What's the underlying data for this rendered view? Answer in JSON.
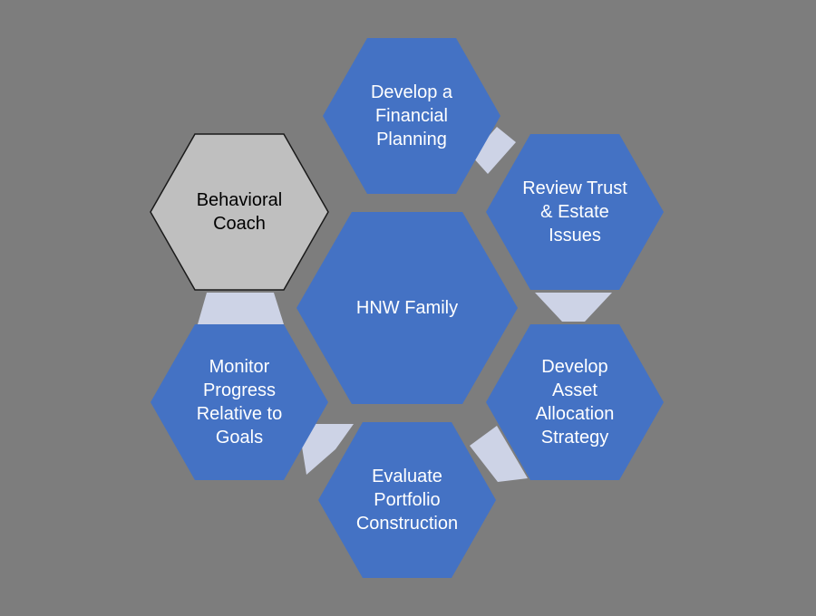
{
  "diagram": {
    "background_color": "#7d7d7d",
    "connector_color": "#cdd3e6",
    "center": {
      "label": "HNW Family",
      "fill": "#4472c4",
      "text_color": "#ffffff"
    },
    "nodes": [
      {
        "id": "develop-financial-planning",
        "label": "Develop a Financial Planning",
        "lines": [
          "Develop a",
          "Financial",
          "Planning"
        ],
        "fill": "#4472c4",
        "text_color": "#ffffff"
      },
      {
        "id": "review-trust-estate",
        "label": "Review Trust & Estate Issues",
        "lines": [
          "Review Trust",
          "& Estate",
          "Issues"
        ],
        "fill": "#4472c4",
        "text_color": "#ffffff"
      },
      {
        "id": "develop-asset-allocation",
        "label": "Develop Asset Allocation Strategy",
        "lines": [
          "Develop",
          "Asset",
          "Allocation",
          "Strategy"
        ],
        "fill": "#4472c4",
        "text_color": "#ffffff"
      },
      {
        "id": "evaluate-portfolio",
        "label": "Evaluate Portfolio Construction",
        "lines": [
          "Evaluate",
          "Portfolio",
          "Construction"
        ],
        "fill": "#4472c4",
        "text_color": "#ffffff"
      },
      {
        "id": "monitor-progress",
        "label": "Monitor Progress Relative to Goals",
        "lines": [
          "Monitor",
          "Progress",
          "Relative to",
          "Goals"
        ],
        "fill": "#4472c4",
        "text_color": "#ffffff"
      },
      {
        "id": "behavioral-coach",
        "label": "Behavioral Coach",
        "lines": [
          "Behavioral",
          "Coach"
        ],
        "fill": "#bfbfbf",
        "text_color": "#000000"
      }
    ]
  }
}
